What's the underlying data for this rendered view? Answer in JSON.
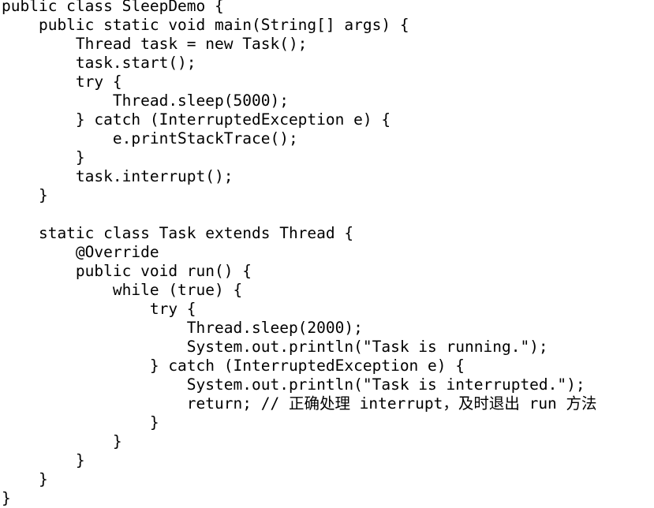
{
  "code": {
    "language": "java",
    "lines": [
      "public class SleepDemo {",
      "    public static void main(String[] args) {",
      "        Thread task = new Task();",
      "        task.start();",
      "        try {",
      "            Thread.sleep(5000);",
      "        } catch (InterruptedException e) {",
      "            e.printStackTrace();",
      "        }",
      "        task.interrupt();",
      "    }",
      "",
      "    static class Task extends Thread {",
      "        @Override",
      "        public void run() {",
      "            while (true) {",
      "                try {",
      "                    Thread.sleep(2000);",
      "                    System.out.println(\"Task is running.\");",
      "                } catch (InterruptedException e) {",
      "                    System.out.println(\"Task is interrupted.\");",
      "                    return; // 正确处理 interrupt，及时退出 run 方法",
      "                }",
      "            }",
      "        }",
      "    }",
      "}"
    ]
  }
}
